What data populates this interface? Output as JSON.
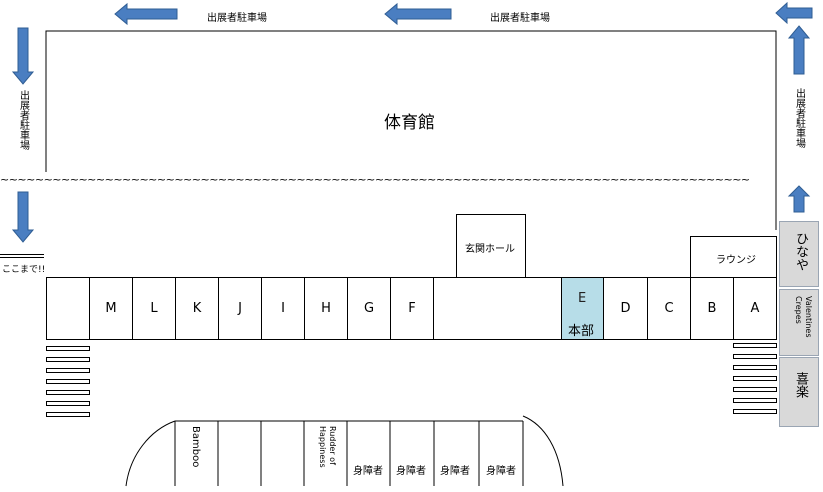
{
  "parking_label": "出展者駐車場",
  "parking_vertical": "出展者駐車場",
  "gym_label": "体育館",
  "wave_line": "~~~~~~~~~~~~~~~~~~~~~~~~~~~~~~~~~~~~~~~~~~~~~~~~~~~~~~~~~~~~~~~~~~~~~~~~~~~~~~~~~~~~~~~~~~~~~~~~~~~~~~~~~~~~~",
  "koko_made": "ここまで!!",
  "entrance_hall": "玄関ホール",
  "lounge": "ラウンジ",
  "booths": [
    "M",
    "L",
    "K",
    "J",
    "I",
    "H",
    "G",
    "F"
  ],
  "booths_right": [
    "D",
    "C",
    "B",
    "A"
  ],
  "hq_letter": "E",
  "hq_label": "本部",
  "hinaya": "ひなや",
  "valentines": "Valentines Crepes",
  "kiraku": "喜楽",
  "bottom_stalls": [
    "Bamboo",
    "",
    "",
    "Rudder of Happiness"
  ],
  "disabled_label": "身障者",
  "colors": {
    "arrow": "#4a7ec1",
    "hq": "#b7dde8",
    "gray": "#d9d9d9"
  }
}
